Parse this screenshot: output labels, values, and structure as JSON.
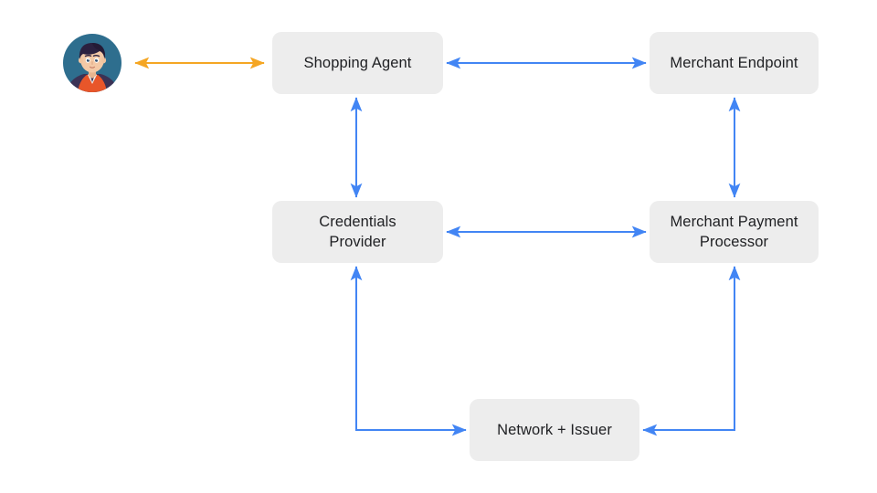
{
  "diagram": {
    "title": "Agentic payments flow diagram",
    "background_color": "#ffffff",
    "node_fill_color": "#ededed",
    "node_text_color": "#202124",
    "arrow_color_primary": "#4285f4",
    "arrow_color_secondary": "#f5a623",
    "nodes": [
      {
        "id": "shopping-agent",
        "label": "Shopping Agent"
      },
      {
        "id": "merchant-endpoint",
        "label": "Merchant Endpoint"
      },
      {
        "id": "credentials-provider",
        "label": "Credentials\nProvider"
      },
      {
        "id": "merchant-payment-processor",
        "label": "Merchant Payment\nProcessor"
      },
      {
        "id": "network-issuer",
        "label": "Network + Issuer"
      }
    ],
    "actor": {
      "id": "user-avatar",
      "icon": "user-avatar-icon",
      "colors": {
        "circle": "#2e6e8e",
        "hair": "#2b2140",
        "skin": "#f3c9a6",
        "jacket": "#e8562a",
        "shoulders": "#3b3255"
      }
    },
    "edges": [
      {
        "id": "user-to-shopping-agent",
        "from": "user-avatar",
        "to": "shopping-agent",
        "direction": "bidirectional",
        "color": "#f5a623",
        "shape": "straight-horizontal"
      },
      {
        "id": "shopping-agent-to-merchant-endpoint",
        "from": "shopping-agent",
        "to": "merchant-endpoint",
        "direction": "bidirectional",
        "color": "#4285f4",
        "shape": "straight-horizontal"
      },
      {
        "id": "credentials-provider-to-shopping-agent",
        "from": "credentials-provider",
        "to": "shopping-agent",
        "direction": "bidirectional",
        "color": "#4285f4",
        "shape": "straight-vertical"
      },
      {
        "id": "merchant-payment-processor-to-merchant-endpoint",
        "from": "merchant-payment-processor",
        "to": "merchant-endpoint",
        "direction": "bidirectional",
        "color": "#4285f4",
        "shape": "straight-vertical"
      },
      {
        "id": "credentials-provider-to-merchant-payment-processor",
        "from": "credentials-provider",
        "to": "merchant-payment-processor",
        "direction": "bidirectional",
        "color": "#4285f4",
        "shape": "straight-horizontal"
      },
      {
        "id": "credentials-provider-to-network-issuer",
        "from": "credentials-provider",
        "to": "network-issuer",
        "direction": "bidirectional",
        "color": "#4285f4",
        "shape": "elbow-down-right"
      },
      {
        "id": "network-issuer-to-merchant-payment-processor",
        "from": "network-issuer",
        "to": "merchant-payment-processor",
        "direction": "bidirectional",
        "color": "#4285f4",
        "shape": "elbow-right-up"
      }
    ]
  }
}
